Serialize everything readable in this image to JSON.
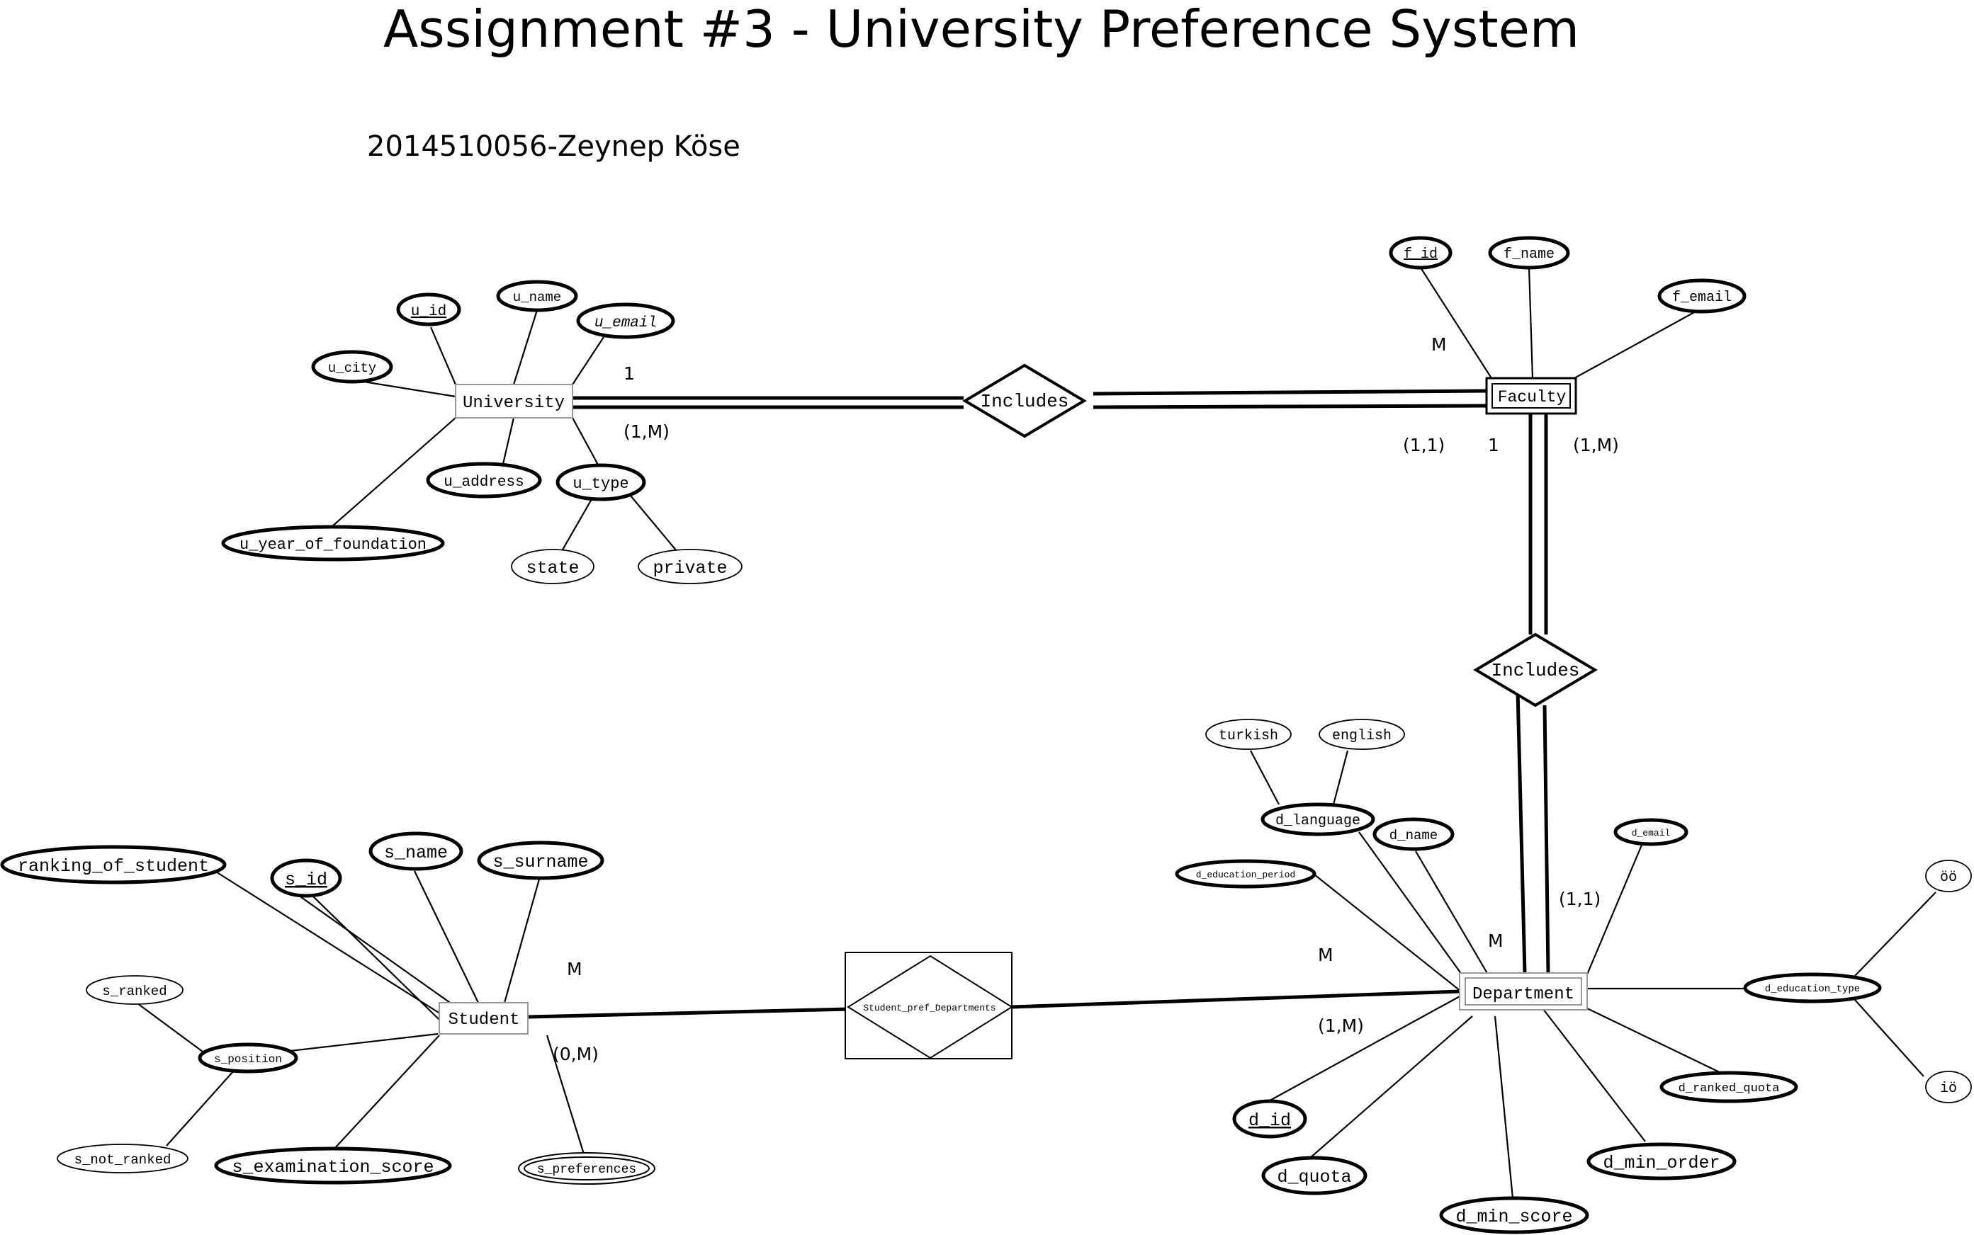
{
  "title": "Assignment #3 - University Preference System",
  "author": "2014510056-Zeynep Köse",
  "entities": {
    "university": "University",
    "faculty": "Faculty",
    "department": "Department",
    "student": "Student"
  },
  "relationships": {
    "uni_faculty": "Includes",
    "faculty_dept": "Includes",
    "student_dept": "Student_pref_Departments"
  },
  "attributes": {
    "u_id": "u_id",
    "u_name": "u_name",
    "u_email": "u_email",
    "u_city": "u_city",
    "u_address": "u_address",
    "u_type": "u_type",
    "u_year_of_foundation": "u_year_of_foundation",
    "state": "state",
    "private": "private",
    "f_id": "f_id",
    "f_name": "f_name",
    "f_email": "f_email",
    "turkish": "turkish",
    "english": "english",
    "d_language": "d_language",
    "d_name": "d_name",
    "d_email": "d_email",
    "d_education_period": "d_education_period",
    "d_education_type": "d_education_type",
    "oo": "öö",
    "io": "iö",
    "d_ranked_quota": "d_ranked_quota",
    "d_id": "d_id",
    "d_quota": "d_quota",
    "d_min_score": "d_min_score",
    "d_min_order": "d_min_order",
    "ranking_of_student": "ranking_of_student",
    "s_id": "s_id",
    "s_name": "s_name",
    "s_surname": "s_surname",
    "s_ranked": "s_ranked",
    "s_position": "s_position",
    "s_not_ranked": "s_not_ranked",
    "s_examination_score": "s_examination_score",
    "s_preferences": "s_preferences"
  },
  "cardinalities": {
    "uni_1": "1",
    "uni_1m": "(1,M)",
    "fac_m": "M",
    "fac_11": "(1,1)",
    "fac_1": "1",
    "fac_1m": "(1,M)",
    "dept_11": "(1,1)",
    "dept_m_fac": "M",
    "dept_m_stu": "M",
    "dept_1m": "(1,M)",
    "stu_m": "M",
    "stu_0m": "(0,M)"
  }
}
